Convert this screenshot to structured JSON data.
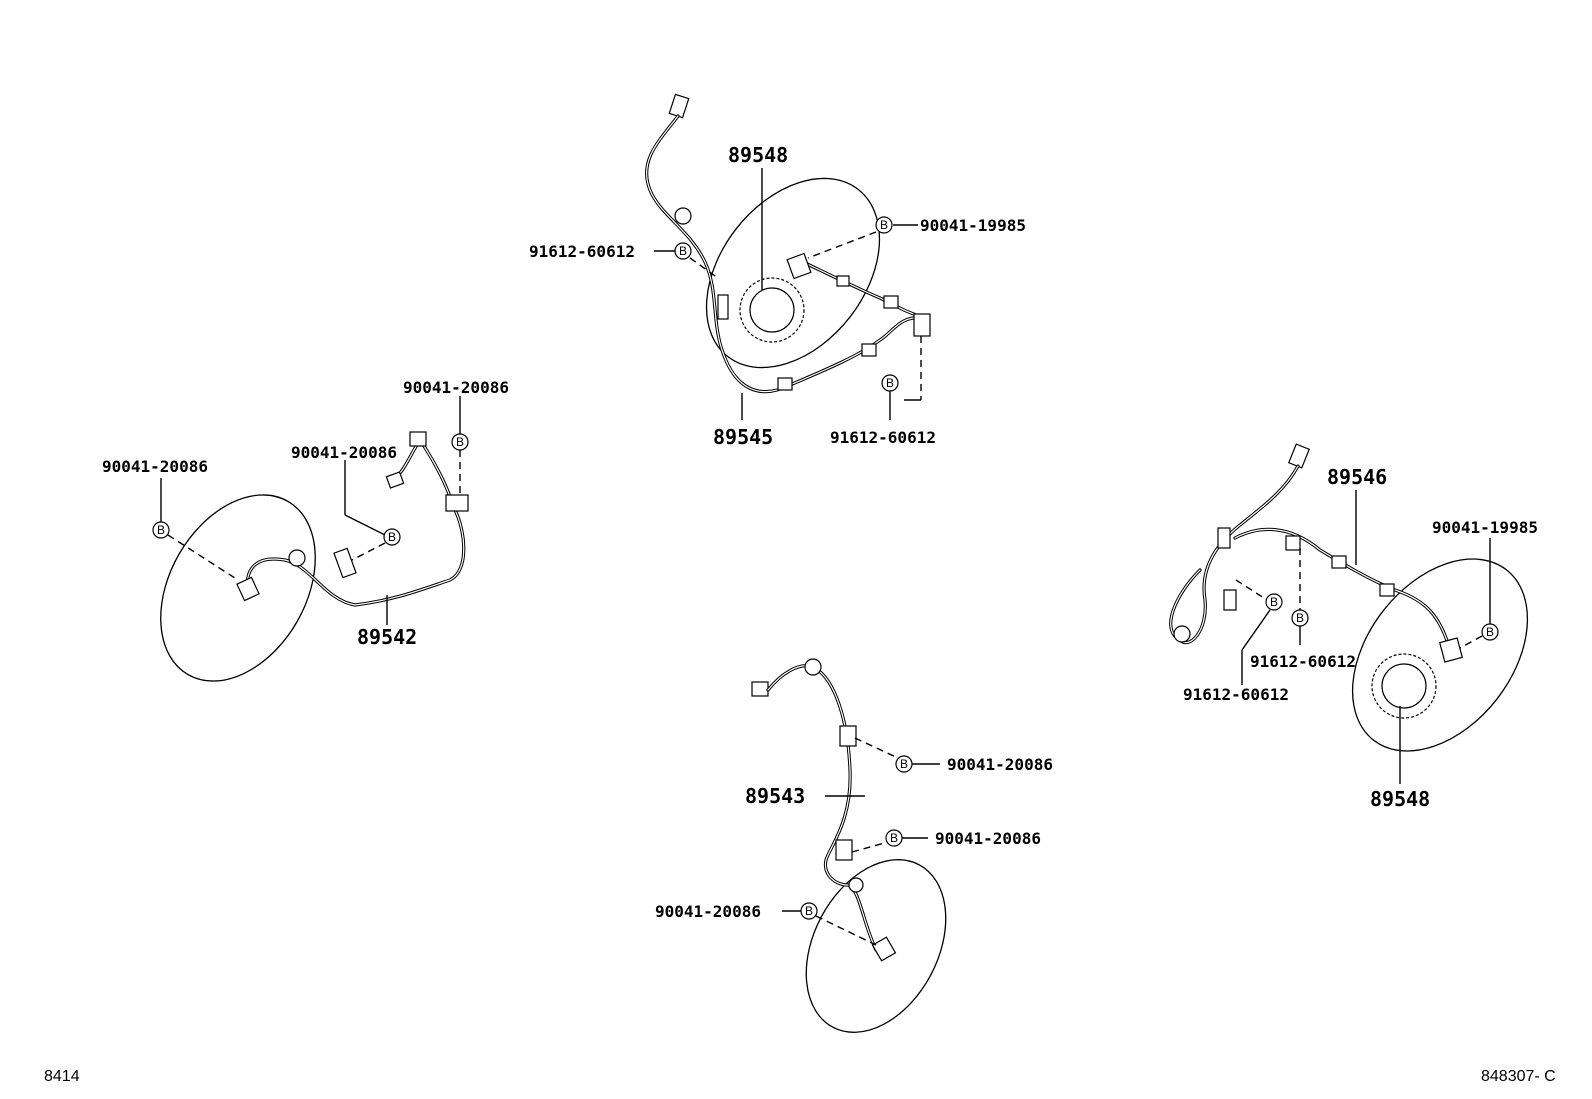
{
  "corner_left": "8414",
  "corner_right": "848307- C",
  "bolt_marker": "B",
  "parts": {
    "p89548_top": "89548",
    "p89545": "89545",
    "p89542": "89542",
    "p89543": "89543",
    "p89546": "89546",
    "p89548_right": "89548"
  },
  "fasteners": {
    "f_top_left": "91612-60612",
    "f_top_right": "90041-19985",
    "f_top_bottom": "91612-60612",
    "f_left_a": "90041-20086",
    "f_left_b": "90041-20086",
    "f_left_c": "90041-20086",
    "f_mid_a": "90041-20086",
    "f_mid_b": "90041-20086",
    "f_mid_c": "90041-20086",
    "f_right_a": "90041-19985",
    "f_right_b": "91612-60612",
    "f_right_c": "91612-60612"
  }
}
